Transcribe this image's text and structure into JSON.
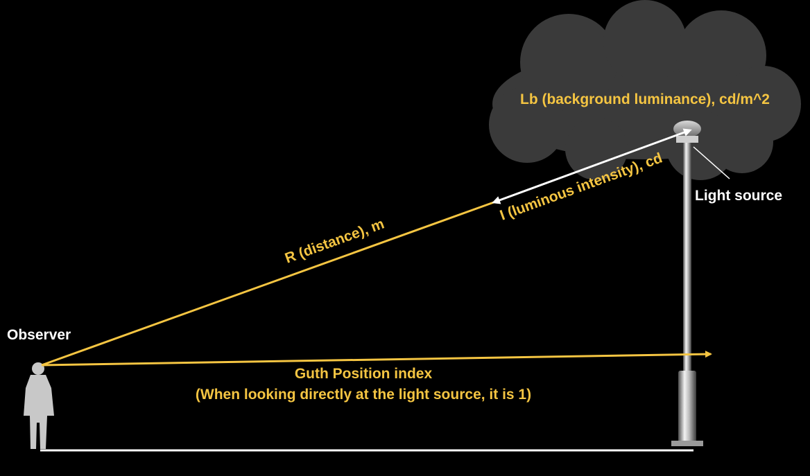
{
  "labels": {
    "background_luminance": "Lb (background luminance), cd/m^2",
    "light_source": "Light source",
    "luminous_intensity": "I (luminous intensity), cd",
    "distance": "R (distance), m",
    "observer": "Observer",
    "guth_line1": "Guth Position index",
    "guth_line2": "(When looking directly at the light source, it is 1)"
  },
  "colors": {
    "background": "#000000",
    "accent": "#f5c542",
    "cloud": "#3a3a3a",
    "text_white": "#ffffff"
  }
}
